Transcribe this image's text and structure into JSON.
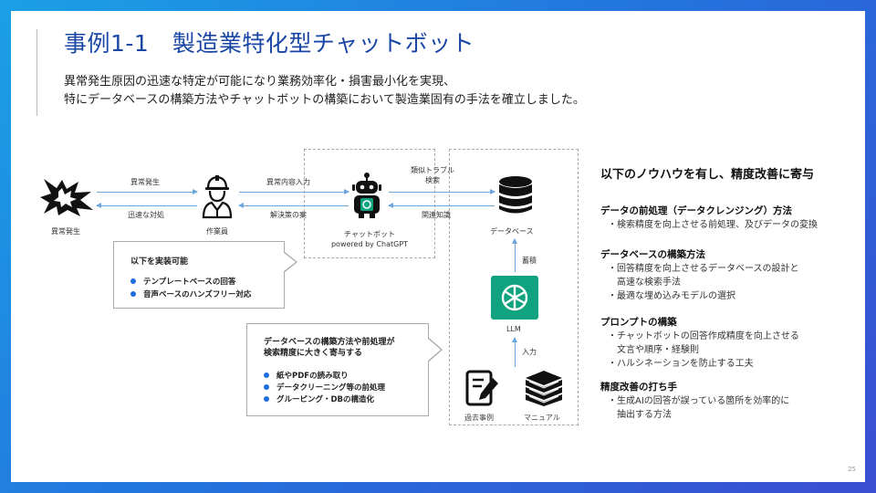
{
  "header": {
    "title": "事例1-1　製造業特化型チャットボット",
    "subtitle_lines": [
      "異常発生原因の迅速な特定が可能になり業務効率化・損害最小化を実現、",
      "特にデータベースの構築方法やチャットボットの構築において製造業固有の手法を確立しました。"
    ]
  },
  "diagram": {
    "incident": {
      "icon": "explosion-icon",
      "label": "異常発生"
    },
    "worker": {
      "icon": "worker-icon",
      "label": "作業員"
    },
    "arrow_incident_worker_top": "異常発生",
    "arrow_incident_worker_bottom": "迅速な対処",
    "arrow_worker_bot_top": "異常内容入力",
    "arrow_worker_bot_bottom": "解決策の案",
    "chatbot": {
      "icon": "robot-icon",
      "label_line1": "チャットボット",
      "label_line2": "powered  by ChatGPT"
    },
    "arrow_bot_db_top_line1": "類似トラブル",
    "arrow_bot_db_top_line2": "検索",
    "arrow_bot_db_bottom": "関連知識",
    "database": {
      "icon": "database-icon",
      "label": "データベース"
    },
    "arrow_llm_db": "蓄積",
    "llm": {
      "icon": "openai-logo-icon",
      "label": "LLM"
    },
    "arrow_sources_llm": "入力",
    "past_cases": {
      "icon": "notebook-pen-icon",
      "label": "過去事例"
    },
    "manual": {
      "icon": "books-icon",
      "label": "マニュアル"
    },
    "callout1": {
      "heading": "以下を実装可能",
      "bullets": [
        "テンプレートベースの回答",
        "音声ベースのハンズフリー対応"
      ]
    },
    "callout2": {
      "heading_lines": [
        "データベースの構築方法や前処理が",
        "検索精度に大きく寄与する"
      ],
      "bullets": [
        "紙やPDFの読み取り",
        "データクリーニング等の前処理",
        "グルーピング・DBの構造化"
      ]
    }
  },
  "knowhow": {
    "heading": "以下のノウハウを有し、精度改善に寄与",
    "sections": [
      {
        "title": "データの前処理（データクレンジング）方法",
        "items": [
          "・検索精度を向上させる前処理、及びデータの変換"
        ]
      },
      {
        "title": "データベースの構築方法",
        "items": [
          "・回答精度を向上させるデータベースの設計と",
          "　高速な検索手法",
          "・最適な埋め込みモデルの選択"
        ]
      },
      {
        "title": "プロンプトの構築",
        "items": [
          "・チャットボットの回答作成精度を向上させる",
          "　文言や順序・経験則",
          "・ハルシネーションを防止する工夫"
        ]
      },
      {
        "title": "精度改善の打ち手",
        "items": [
          "・生成AIの回答が誤っている箇所を効率的に",
          "　抽出する方法"
        ]
      }
    ]
  },
  "page_number": "25",
  "colors": {
    "title": "#1a47a6",
    "arrow": "#6aa7df",
    "bullet": "#1f6fe0",
    "llm": "#10a37f"
  }
}
